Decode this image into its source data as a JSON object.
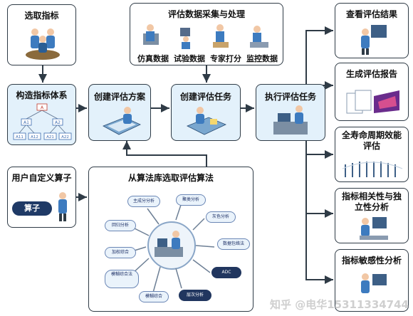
{
  "boxes": {
    "select_indicators": "选取指标",
    "build_system": "构造指标体系",
    "create_plan": "创建评估方案",
    "create_task": "创建评估任务",
    "execute_task": "执行评估任务",
    "data_collection": "评估数据采集与处理",
    "user_operator": "用户自定义算子",
    "select_algorithm": "从算法库选取评估算法"
  },
  "data_sources": [
    "仿真数据",
    "试验数据",
    "专家打分",
    "监控数据"
  ],
  "hierarchy": {
    "root": "A",
    "level1": [
      "A1",
      "A2"
    ],
    "level2": [
      "A11",
      "A12",
      "A21",
      "A22"
    ]
  },
  "operator_label": "算子",
  "algorithms": [
    "主成分分析",
    "聚类分析",
    "灰色分析",
    "数据包络法",
    "ADC",
    "层次分析",
    "模糊综合",
    "模糊综合法",
    "加权综合",
    "回归分析"
  ],
  "results": [
    "查看评估结果",
    "生成评估报告",
    "全寿命周期效能评估",
    "指标相关性与独立性分析",
    "指标敏感性分析"
  ],
  "watermark": "知乎 @电华15311334744"
}
